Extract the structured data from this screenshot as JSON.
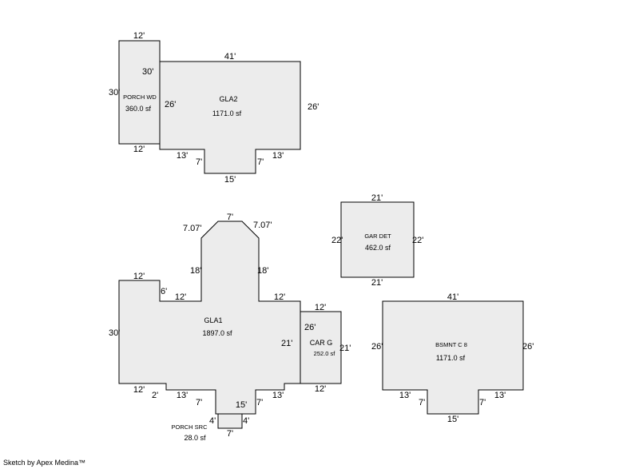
{
  "footer": "Sketch by Apex Medina™",
  "areas": {
    "porch_wd": {
      "name": "PORCH WD",
      "area": "360.0 sf",
      "dims": {
        "top": "12'",
        "left": "30'",
        "right": "30'",
        "bottom": "12'"
      }
    },
    "gla2": {
      "name": "GLA2",
      "area": "1171.0 sf",
      "dims": {
        "top": "41'",
        "left": "26'",
        "right": "26'",
        "bottom_left": "13'",
        "notch_left": "7'",
        "notch_bottom": "15'",
        "notch_right": "7'",
        "bottom_right": "13'"
      }
    },
    "gar_det": {
      "name": "GAR DET",
      "area": "462.0 sf",
      "dims": {
        "top": "21'",
        "left": "22'",
        "right": "22'",
        "bottom": "21'"
      }
    },
    "gla1": {
      "name": "GLA1",
      "area": "1897.0 sf",
      "dims": {
        "diag_left": "7.07'",
        "top": "7'",
        "diag_right": "7.07'",
        "tower_left": "18'",
        "tower_right": "18'",
        "wing_top": "12'",
        "step_left": "6'",
        "ledge_left": "12'",
        "ledge_right": "12'",
        "left": "30'",
        "right": "21'",
        "bottom_left": "12'",
        "step_bottom": "2'",
        "bottom_mid_left": "13'",
        "notch_left": "7'",
        "notch_bottom": "15'",
        "notch_right": "7'",
        "bottom_mid_right": "13'"
      }
    },
    "car_g": {
      "name": "CAR G",
      "area": "252.0 sf",
      "dims": {
        "top": "12'",
        "left": "26'",
        "right": "21'",
        "bottom": "12'"
      }
    },
    "bsmnt": {
      "name": "BSMNT C 8",
      "area": "1171.0 sf",
      "dims": {
        "top": "41'",
        "left": "26'",
        "right": "26'",
        "bottom_left": "13'",
        "notch_left": "7'",
        "notch_bottom": "15'",
        "notch_right": "7'",
        "bottom_right": "13'"
      }
    },
    "porch_src": {
      "name": "PORCH SRC",
      "area": "28.0 sf",
      "dims": {
        "left": "4'",
        "right": "4'",
        "bottom": "7'"
      }
    }
  }
}
